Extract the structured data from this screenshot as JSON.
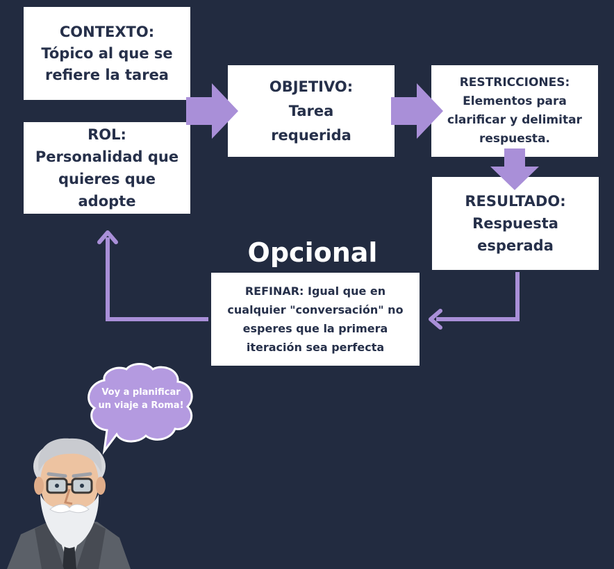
{
  "diagram": {
    "context": {
      "title": "CONTEXTO:",
      "text": "Tópico  al que se refiere la tarea"
    },
    "role": {
      "title": "ROL:",
      "text": "Personalidad que quieres que adopte"
    },
    "objective": {
      "title": "OBJETIVO:",
      "text": "Tarea requerida"
    },
    "restrictions": {
      "title": "RESTRICCIONES:",
      "text": "Elementos para clarificar y delimitar respuesta."
    },
    "result": {
      "title": "RESULTADO:",
      "text": "Respuesta esperada"
    },
    "optional_label": "Opcional",
    "refine": {
      "text": "REFINAR: Igual que en cualquier \"conversación\" no esperes que la primera iteración sea perfecta"
    }
  },
  "speech_bubble": {
    "text": "Voy a planificar un viaje a Roma!"
  },
  "colors": {
    "background": "#222b40",
    "box": "#ffffff",
    "box_text": "#26304a",
    "arrow": "#a98fd8",
    "bubble": "#b49ae0"
  }
}
